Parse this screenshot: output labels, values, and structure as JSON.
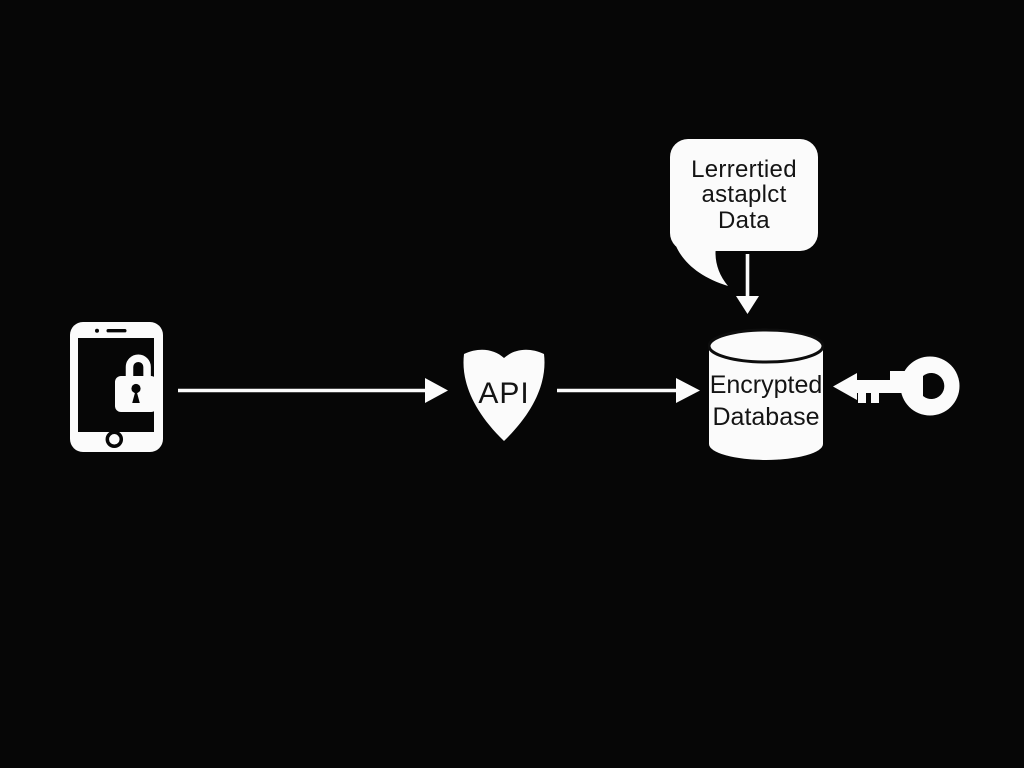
{
  "diagram": {
    "background_color": "#060606",
    "shape_color": "#fbfbfb",
    "label_color": "#141414",
    "phone": {
      "icon": "smartphone-lock-icon"
    },
    "api": {
      "icon": "shield-icon",
      "label": "API"
    },
    "callout": {
      "icon": "speech-bubble",
      "lines": [
        "Lerrertied",
        "astaplct",
        "Data"
      ]
    },
    "database": {
      "icon": "database-cylinder-icon",
      "label_lines": [
        "Encrypted",
        "Database"
      ]
    },
    "key": {
      "icon": "key-icon"
    },
    "arrows": [
      {
        "name": "phone-to-api",
        "direction": "right"
      },
      {
        "name": "api-to-database",
        "direction": "right"
      },
      {
        "name": "callout-to-database",
        "direction": "down"
      }
    ]
  }
}
